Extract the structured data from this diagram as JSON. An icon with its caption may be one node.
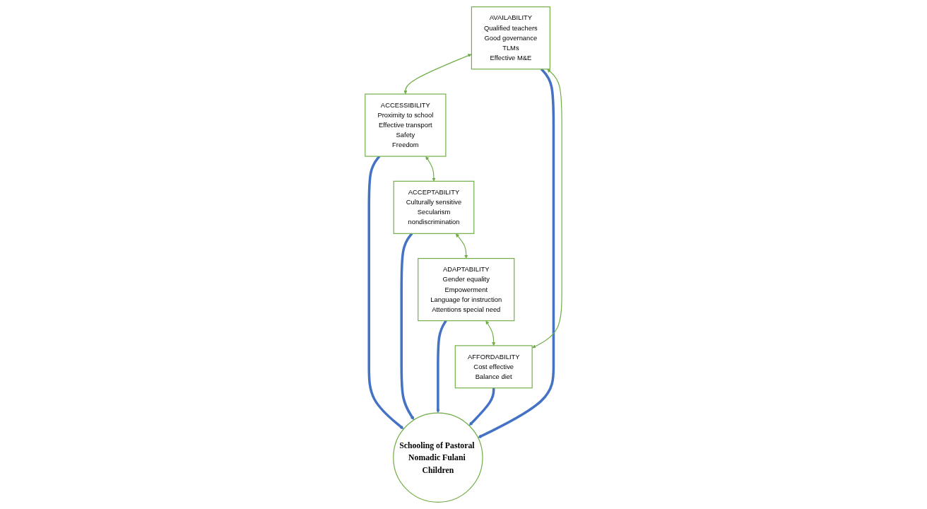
{
  "diagram": {
    "nodes": [
      {
        "text": [
          "AVAILABILITY",
          "Qualified teachers",
          "Good governance",
          "TLMs",
          "Effective M&E"
        ]
      },
      {
        "text": [
          "ACCESSIBILITY",
          "Proximity to school",
          "Effective transport",
          "Safety",
          "Freedom"
        ]
      },
      {
        "text": [
          "Schooling of Pastoral Nomadic Fulani Children"
        ]
      },
      {
        "text": [
          "AFFORDABILITY",
          "Cost effective",
          "Balance diet"
        ]
      },
      {
        "text": [
          "ACCEPTABILITY",
          "Culturally sensitive",
          "Secularism",
          "nondiscrimination"
        ]
      },
      {
        "text": [
          "ADAPTABILITY",
          "Gender equality",
          "Empowerment",
          "Language for instruction",
          "Attentions special need"
        ]
      }
    ],
    "edges": [
      {
        "from": 0,
        "to": 1,
        "arrow": "both",
        "color": "#70ad47"
      },
      {
        "from": 0,
        "to": 2,
        "arrow": "to",
        "style": "thick",
        "color": "#4472c4"
      },
      {
        "from": 1,
        "to": 2,
        "arrow": "to",
        "style": "thick",
        "color": "#4472c4"
      },
      {
        "from": 1,
        "to": 4,
        "arrow": "both",
        "color": "#70ad47"
      },
      {
        "from": 3,
        "to": 0,
        "arrow": "both",
        "color": "#70ad47"
      },
      {
        "from": 3,
        "to": 2,
        "arrow": "to",
        "style": "thick",
        "color": "#4472c4"
      },
      {
        "from": 4,
        "to": 2,
        "arrow": "to",
        "style": "thick",
        "color": "#4472c4"
      },
      {
        "from": 4,
        "to": 5,
        "arrow": "both",
        "color": "#70ad47"
      },
      {
        "from": 5,
        "to": 2,
        "arrow": "to",
        "style": "thick",
        "color": "#4472c4"
      },
      {
        "from": 5,
        "to": 3,
        "arrow": "both",
        "color": "#70ad47"
      }
    ]
  }
}
